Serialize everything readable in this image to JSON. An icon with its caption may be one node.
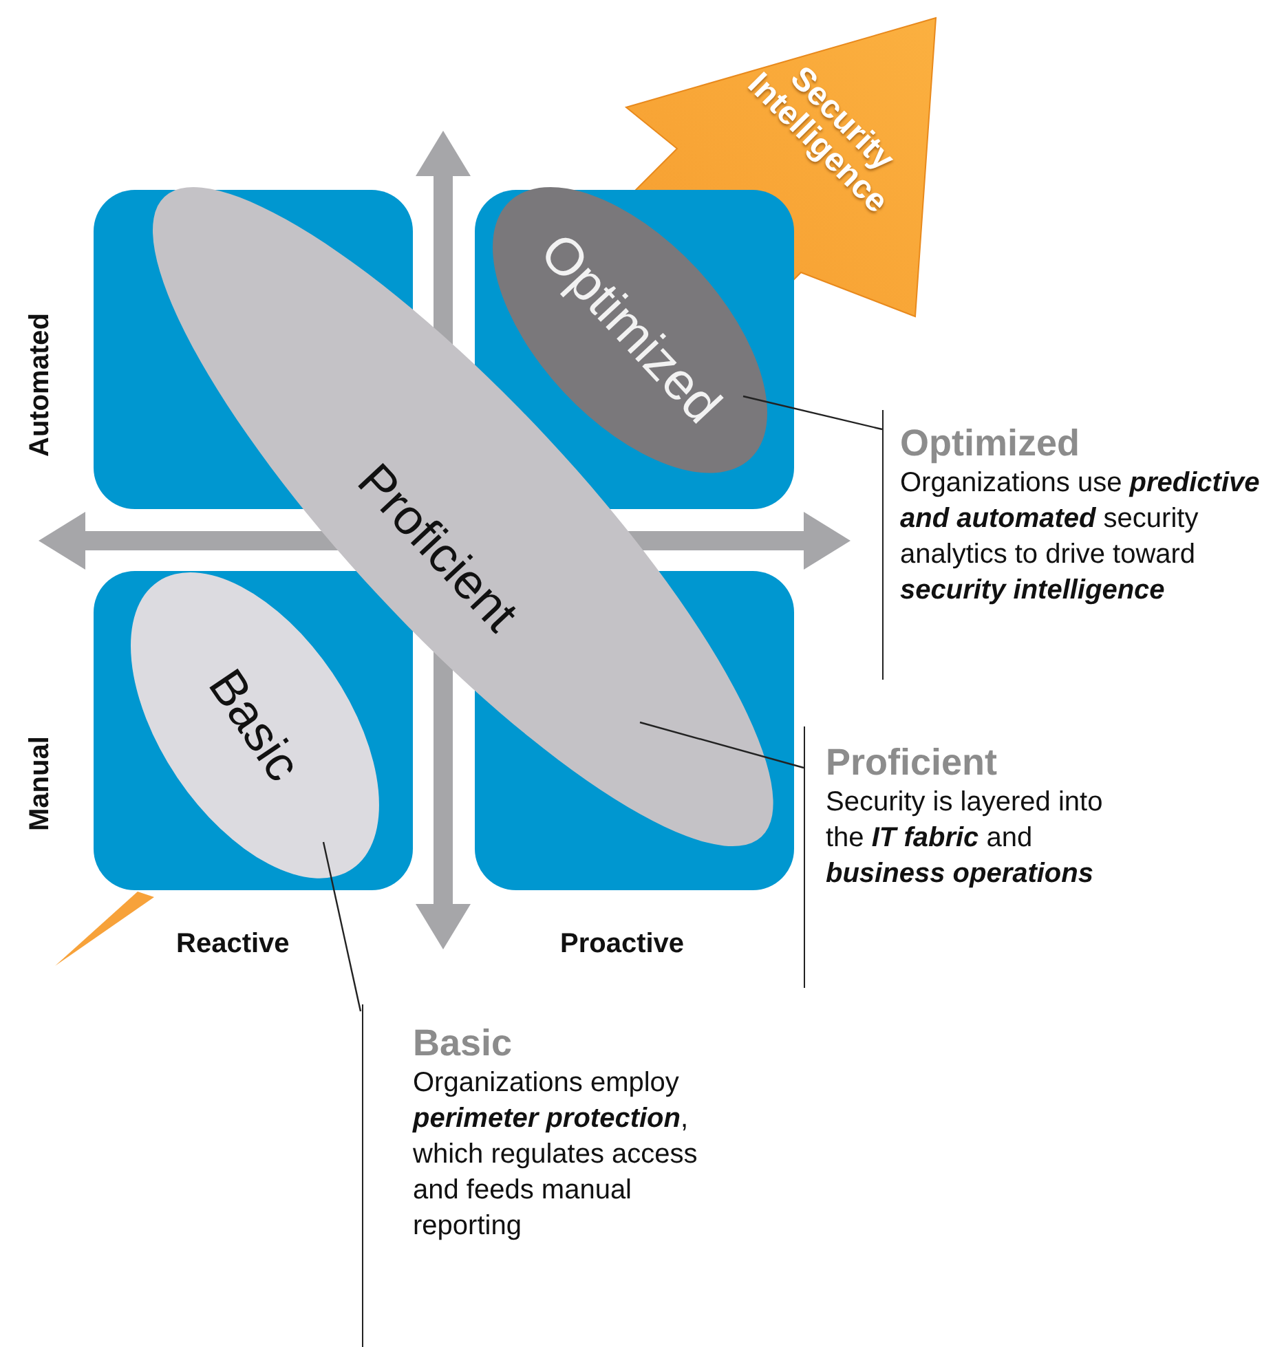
{
  "diagram": {
    "nodes": [
      {
        "text": [
          "Optimized"
        ]
      },
      {
        "text": [
          "Proficient"
        ]
      },
      {
        "text": [
          "Basic"
        ]
      },
      {
        "text": [
          "Security Intelligence"
        ]
      },
      {
        "text": [
          "Optimized",
          "Organizations use **predictive and automated** security analytics to drive toward **security intelligence**"
        ]
      },
      {
        "text": [
          "Proficient",
          "Security is layered into the **IT fabric** and **business operations**"
        ]
      },
      {
        "text": [
          "Basic",
          "Organizations employ **perimeter protection**, which regulates access and feeds manual reporting"
        ]
      }
    ],
    "edges": [
      {
        "from": 4,
        "to": 0,
        "arrow": "none"
      },
      {
        "from": 5,
        "to": 1,
        "arrow": "none"
      },
      {
        "from": 6,
        "to": 2,
        "arrow": "none"
      }
    ],
    "labels": [
      "Automated",
      "Manual",
      "Reactive",
      "Proactive"
    ]
  }
}
